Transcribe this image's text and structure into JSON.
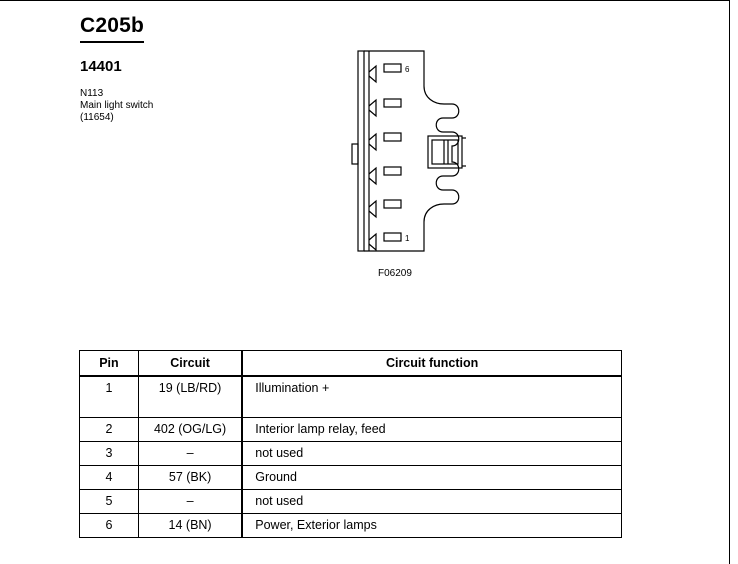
{
  "header": {
    "connector_id": "C205b",
    "part_number": "14401",
    "description_lines": [
      "N113",
      "Main light switch",
      "(11654)"
    ]
  },
  "diagram": {
    "pin_label_top": "6",
    "pin_label_bottom": "1",
    "figure_id": "F06209"
  },
  "table": {
    "headers": {
      "pin": "Pin",
      "circuit": "Circuit",
      "function": "Circuit function"
    },
    "rows": [
      {
        "pin": "1",
        "circuit": "19 (LB/RD)",
        "function": "Illumination +"
      },
      {
        "pin": "2",
        "circuit": "402 (OG/LG)",
        "function": "Interior lamp relay, feed"
      },
      {
        "pin": "3",
        "circuit": "–",
        "function": "not used"
      },
      {
        "pin": "4",
        "circuit": "57 (BK)",
        "function": "Ground"
      },
      {
        "pin": "5",
        "circuit": "–",
        "function": "not used"
      },
      {
        "pin": "6",
        "circuit": "14 (BN)",
        "function": "Power, Exterior lamps"
      }
    ]
  }
}
